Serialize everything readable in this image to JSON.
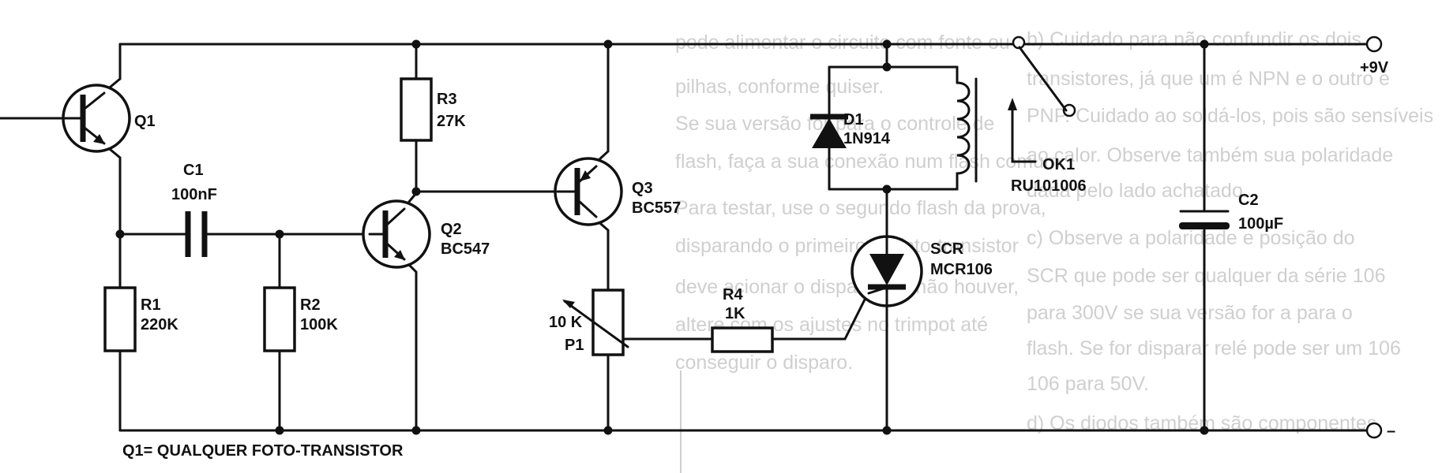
{
  "schematic": {
    "components": {
      "q1": {
        "ref": "Q1"
      },
      "q2": {
        "ref": "Q2",
        "value": "BC547"
      },
      "q3": {
        "ref": "Q3",
        "value": "BC557"
      },
      "r1": {
        "ref": "R1",
        "value": "220K"
      },
      "r2": {
        "ref": "R2",
        "value": "100K"
      },
      "r3": {
        "ref": "R3",
        "value": "27K"
      },
      "r4": {
        "ref": "R4",
        "value": "1K"
      },
      "c1": {
        "ref": "C1",
        "value": "100nF"
      },
      "c2": {
        "ref": "C2",
        "value": "100µF"
      },
      "p1": {
        "ref": "P1",
        "value": "10 K"
      },
      "d1": {
        "ref": "D1",
        "value": "1N914"
      },
      "scr": {
        "ref": "SCR",
        "value": "MCR106"
      },
      "relay": {
        "ref": "OK1",
        "value": "RU101006"
      }
    },
    "terminals": {
      "positive": "+9V",
      "negative": "–"
    },
    "note": "Q1= QUALQUER FOTO-TRANSISTOR"
  },
  "background_text": {
    "left_column": [
      "pode alimentar o circuito com fonte ou",
      "pilhas, conforme quiser.",
      "Se sua versão for para o controle de",
      "flash, faça a sua conexão num flash comum.",
      "Para testar, use o segundo flash da prova,",
      "disparando o primeiro. O foto-transistor",
      "deve acionar o disparo. Se não houver,",
      "altere com os ajustes no trimpot até",
      "conseguir o disparo."
    ],
    "right_column": [
      "b) Cuidado para não confundir os dois",
      "transistores, já que um é NPN e o outro é",
      "PNP. Cuidado ao soldá-los, pois são sensíveis",
      "ao calor. Observe também sua polaridade",
      "dada pelo lado achatado.",
      "",
      "c) Observe a polaridade e posição do",
      "SCR que pode ser qualquer da série 106",
      "para 300V se sua versão for a para o",
      "flash. Se for disparar relé pode ser um 106",
      "106 para 50V.",
      "d) Os diodos também são componentes"
    ]
  }
}
